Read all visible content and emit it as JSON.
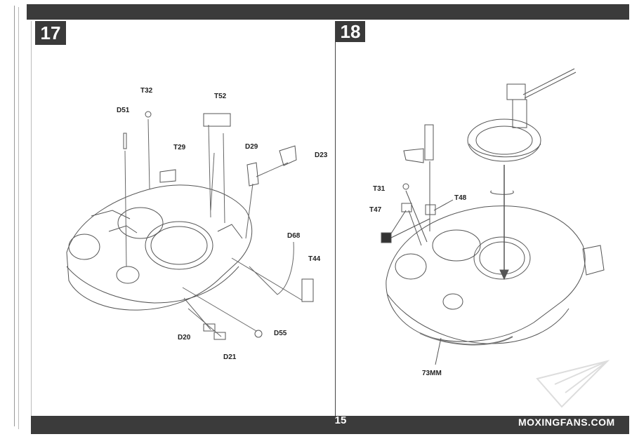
{
  "steps": [
    {
      "number": "17"
    },
    {
      "number": "18"
    }
  ],
  "page_number": "15",
  "watermark": "MOXINGFANS.COM",
  "step17_parts": [
    "T32",
    "D51",
    "T52",
    "T29",
    "D29",
    "D23",
    "D68",
    "T44",
    "D20",
    "D21",
    "D55"
  ],
  "step18_parts": [
    "T31",
    "T48",
    "T47",
    "73MM"
  ],
  "colors": {
    "bar": "#3b3b3b",
    "line": "#555555"
  }
}
